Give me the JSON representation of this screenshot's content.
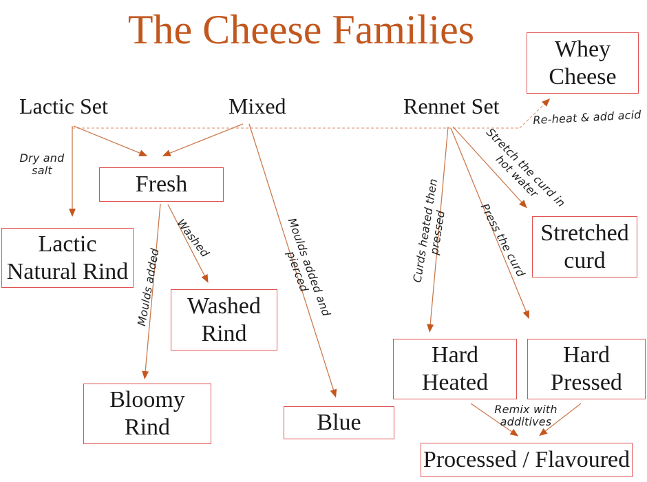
{
  "title": "The Cheese Families",
  "categories": {
    "lactic_set": "Lactic Set",
    "mixed": "Mixed",
    "rennet_set": "Rennet Set"
  },
  "boxes": {
    "whey_cheese": {
      "lines": [
        "Whey",
        "Cheese"
      ]
    },
    "fresh": {
      "lines": [
        "Fresh"
      ]
    },
    "lactic_natural_rind": {
      "lines": [
        "Lactic",
        "Natural Rind"
      ]
    },
    "washed_rind": {
      "lines": [
        "Washed",
        "Rind"
      ]
    },
    "bloomy_rind": {
      "lines": [
        "Bloomy",
        "Rind"
      ]
    },
    "blue": {
      "lines": [
        "Blue"
      ]
    },
    "stretched_curd": {
      "lines": [
        "Stretched",
        "curd"
      ]
    },
    "hard_heated": {
      "lines": [
        "Hard",
        "Heated"
      ]
    },
    "hard_pressed": {
      "lines": [
        "Hard",
        "Pressed"
      ]
    },
    "processed_flavoured": {
      "lines": [
        "Processed / Flavoured"
      ]
    }
  },
  "edge_labels": {
    "dry_and_salt": "Dry and\nsalt",
    "moulds_added": "Moulds added",
    "washed": "Washed",
    "moulds_added_and_pierced": "Moulds added and pierced",
    "curds_heated_then_pressed": "Curds heated then pressed",
    "stretch_the_curd": "Stretch the curd in\nhot water",
    "press_the_curd": "Press the curd",
    "re_heat_add_acid": "Re-heat & add acid",
    "remix_with_additives": "Remix with\nadditives"
  },
  "colors": {
    "title": "#c2571e",
    "box-border": "#e05151",
    "arrow-line": "#cc7a4e",
    "arrow-head": "#c5571e",
    "dashed-line": "#e3a183",
    "text": "#1a1a1a"
  }
}
